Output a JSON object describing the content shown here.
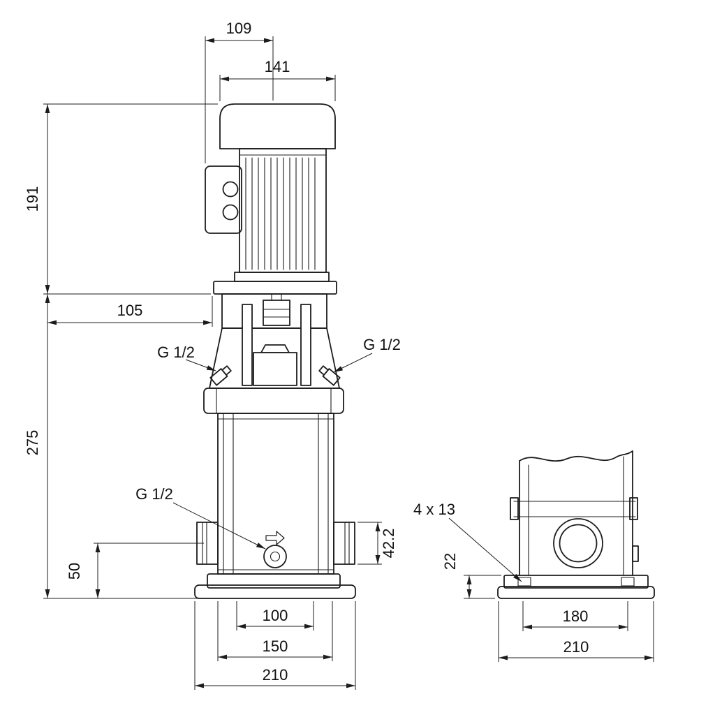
{
  "canvas": {
    "background": "#ffffff",
    "line_color": "#1c1c1c",
    "text_color": "#111111"
  },
  "front_view": {
    "dims": {
      "motor_depth": "109",
      "motor_width": "141",
      "motor_height": "191",
      "head_offset": "105",
      "pump_height": "275",
      "port_height": "50",
      "port_flange": "42.2",
      "base_holes": "100",
      "base_mid": "150",
      "base_width": "210"
    },
    "labels": {
      "plug_top_left": "G 1/2",
      "plug_top_right": "G 1/2",
      "drain_plug": "G 1/2"
    }
  },
  "end_view": {
    "dims": {
      "bolt_holes": "4 x 13",
      "base_height": "22",
      "base_holes": "180",
      "base_width": "210"
    }
  }
}
